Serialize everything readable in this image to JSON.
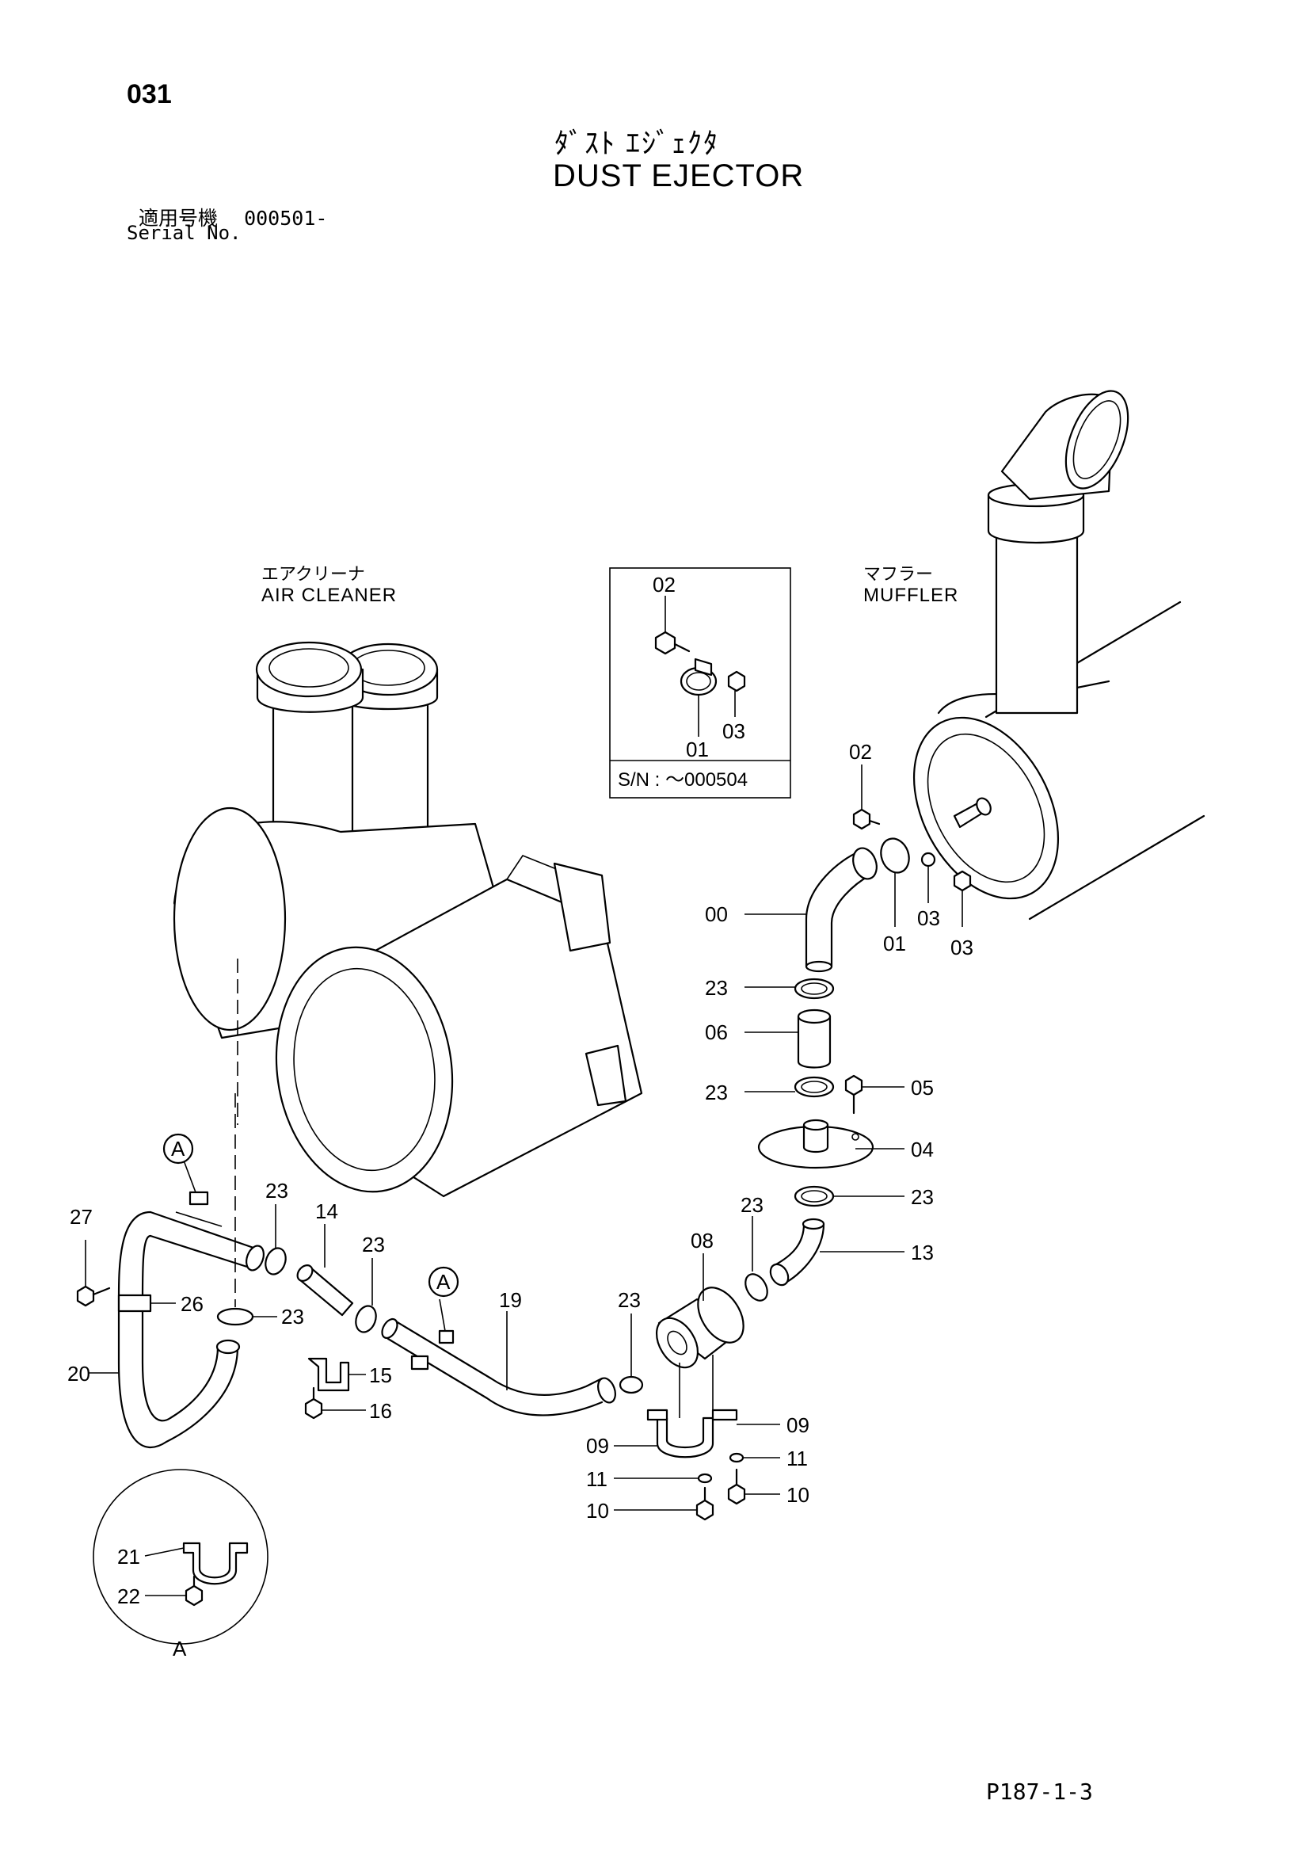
{
  "header": {
    "page_number": "031",
    "title_jp": "ﾀﾞｽﾄ ｴｼﾞｪｸﾀ",
    "title_en": "DUST EJECTOR",
    "serial_label_jp": "適用号機",
    "serial_value": "000501-",
    "serial_label_en": "Serial No."
  },
  "components": {
    "air_cleaner_jp": "エアクリーナ",
    "air_cleaner_en": "AIR CLEANER",
    "muffler_jp": "マフラー",
    "muffler_en": "MUFFLER"
  },
  "inset": {
    "serial_range": "S/N : ～000504",
    "labels": [
      "02",
      "01",
      "03"
    ]
  },
  "detail_view": {
    "marker": "A",
    "labels": [
      "21",
      "22"
    ]
  },
  "part_labels": {
    "p00": "00",
    "p01": "01",
    "p02": "02",
    "p03a": "03",
    "p03b": "03",
    "p04": "04",
    "p05": "05",
    "p06": "06",
    "p08": "08",
    "p09a": "09",
    "p09b": "09",
    "p10a": "10",
    "p10b": "10",
    "p11a": "11",
    "p11b": "11",
    "p13": "13",
    "p14": "14",
    "p15": "15",
    "p16": "16",
    "p19": "19",
    "p20": "20",
    "p23a": "23",
    "p23b": "23",
    "p23c": "23",
    "p23d": "23",
    "p23e": "23",
    "p23f": "23",
    "p23g": "23",
    "p23h": "23",
    "p26": "26",
    "p27": "27",
    "markerA1": "A",
    "markerA2": "A"
  },
  "footer": {
    "page_code": "P187-1-3"
  }
}
